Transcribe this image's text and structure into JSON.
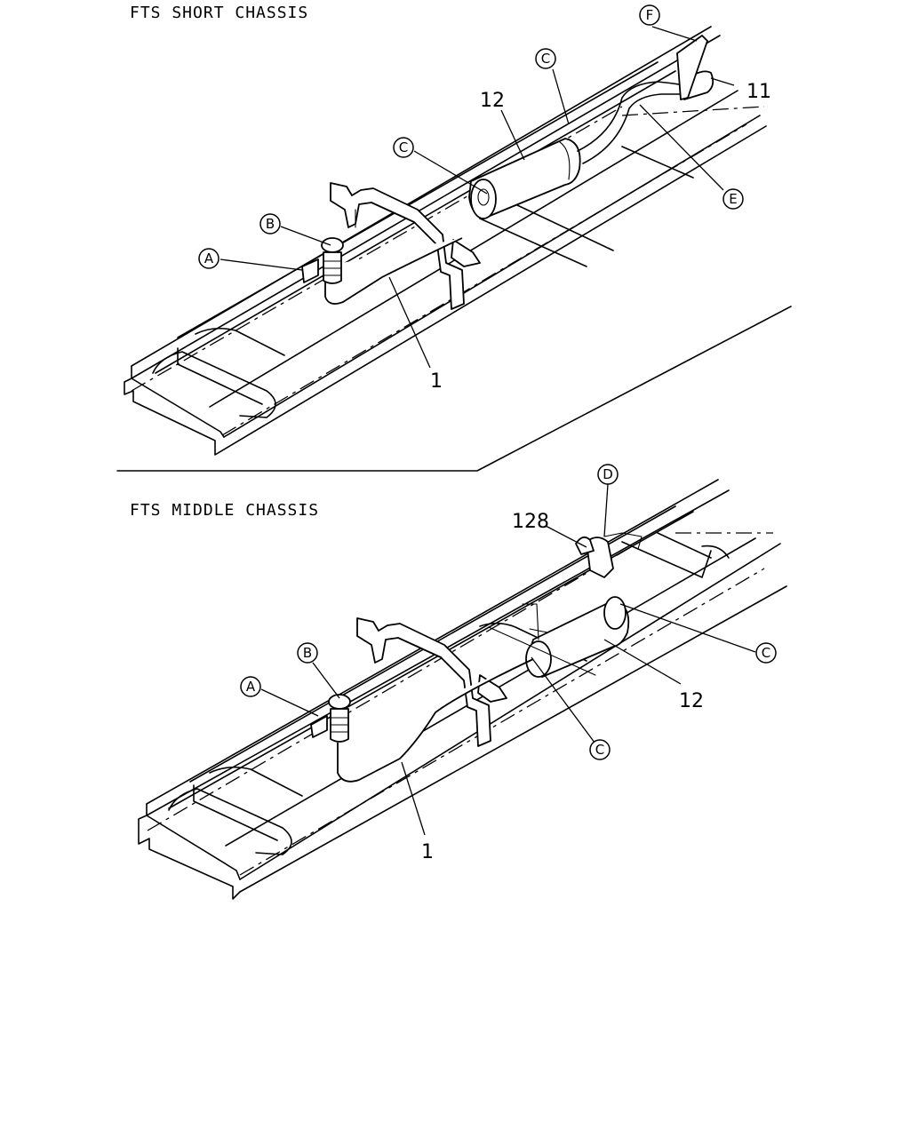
{
  "sections": [
    {
      "heading": "FTS SHORT CHASSIS",
      "callouts": [
        "A",
        "B",
        "C",
        "C",
        "E",
        "F"
      ],
      "part_numbers": [
        "12",
        "11",
        "1"
      ]
    },
    {
      "heading": "FTS MIDDLE CHASSIS",
      "callouts": [
        "A",
        "B",
        "C",
        "C",
        "D"
      ],
      "part_numbers": [
        "128",
        "12",
        "1"
      ]
    }
  ],
  "icons": {
    "callout_bubble": "circle-letter-icon",
    "frame": "chassis-frame-drawing",
    "fuel_tank": "fuel-tank-drawing",
    "filler": "fuel-filler-neck-drawing"
  }
}
